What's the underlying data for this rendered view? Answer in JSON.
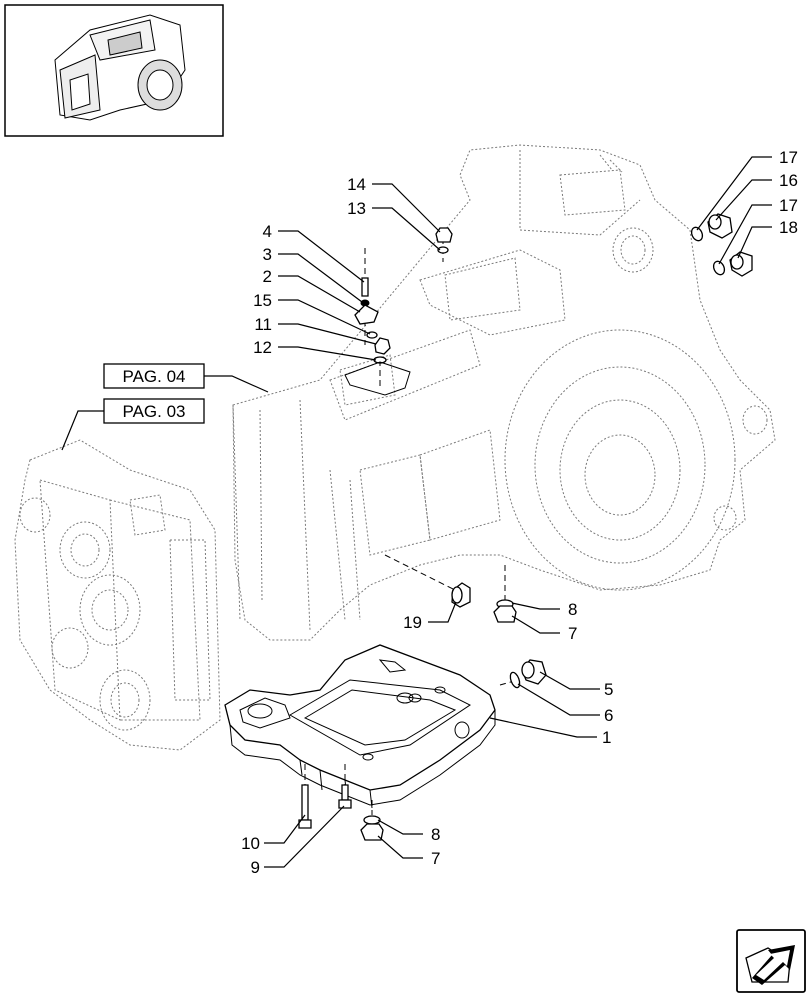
{
  "diagram": {
    "page_refs": [
      "PAG. 04",
      "PAG. 03"
    ],
    "callouts": [
      {
        "id": "c17a",
        "label": "17"
      },
      {
        "id": "c16",
        "label": "16"
      },
      {
        "id": "c17b",
        "label": "17"
      },
      {
        "id": "c18",
        "label": "18"
      },
      {
        "id": "c14",
        "label": "14"
      },
      {
        "id": "c13",
        "label": "13"
      },
      {
        "id": "c4",
        "label": "4"
      },
      {
        "id": "c3",
        "label": "3"
      },
      {
        "id": "c2",
        "label": "2"
      },
      {
        "id": "c15",
        "label": "15"
      },
      {
        "id": "c11",
        "label": "11"
      },
      {
        "id": "c12",
        "label": "12"
      },
      {
        "id": "c8a",
        "label": "8"
      },
      {
        "id": "c7a",
        "label": "7"
      },
      {
        "id": "c19",
        "label": "19"
      },
      {
        "id": "c5",
        "label": "5"
      },
      {
        "id": "c6",
        "label": "6"
      },
      {
        "id": "c1",
        "label": "1"
      },
      {
        "id": "c8b",
        "label": "8"
      },
      {
        "id": "c7b",
        "label": "7"
      },
      {
        "id": "c10",
        "label": "10"
      },
      {
        "id": "c9",
        "label": "9"
      }
    ],
    "icons": {
      "thumbnail": "transmission-housing-thumbnail-icon",
      "nav": "next-page-arrow-icon"
    }
  }
}
